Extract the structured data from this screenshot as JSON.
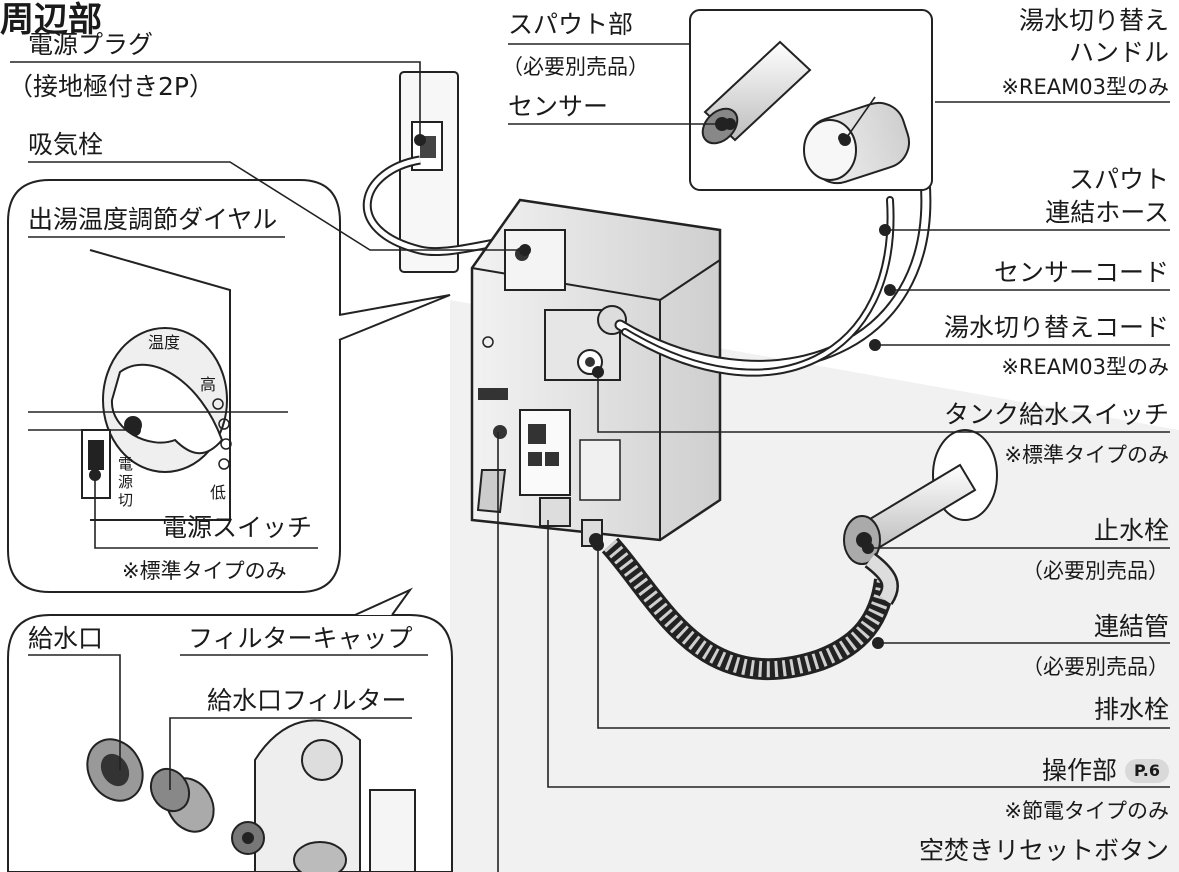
{
  "heading": "周辺部",
  "labels": {
    "power_plug": "電源プラグ",
    "power_plug_note": "（接地極付き2P）",
    "intake_valve": "吸気栓",
    "temp_dial": "出湯温度調節ダイヤル",
    "dial_temp_mark": "温度",
    "dial_high_mark": "高",
    "dial_low_mark": "低",
    "power_switch_mark": "電源切",
    "power_switch": "電源スイッチ",
    "power_switch_note": "※標準タイプのみ",
    "water_inlet": "給水口",
    "filter_cap": "フィルターキャップ",
    "inlet_filter": "給水口フィルター",
    "spout": "スパウト部",
    "spout_note": "（必要別売品）",
    "sensor": "センサー",
    "hot_cold_handle_1": "湯水切り替え",
    "hot_cold_handle_2": "ハンドル",
    "handle_note": "※REAM03型のみ",
    "spout_hose_1": "スパウト",
    "spout_hose_2": "連結ホース",
    "sensor_cord": "センサーコード",
    "switch_cord": "湯水切り替えコード",
    "switch_cord_note": "※REAM03型のみ",
    "tank_switch": "タンク給水スイッチ",
    "tank_switch_note": "※標準タイプのみ",
    "stop_valve": "止水栓",
    "stop_valve_note": "（必要別売品）",
    "connect_pipe": "連結管",
    "connect_pipe_note": "（必要別売品）",
    "drain_valve": "排水栓",
    "control_panel": "操作部",
    "control_panel_page": "P.6",
    "control_panel_note": "※節電タイプのみ",
    "reset_button": "空焚きリセットボタン"
  }
}
